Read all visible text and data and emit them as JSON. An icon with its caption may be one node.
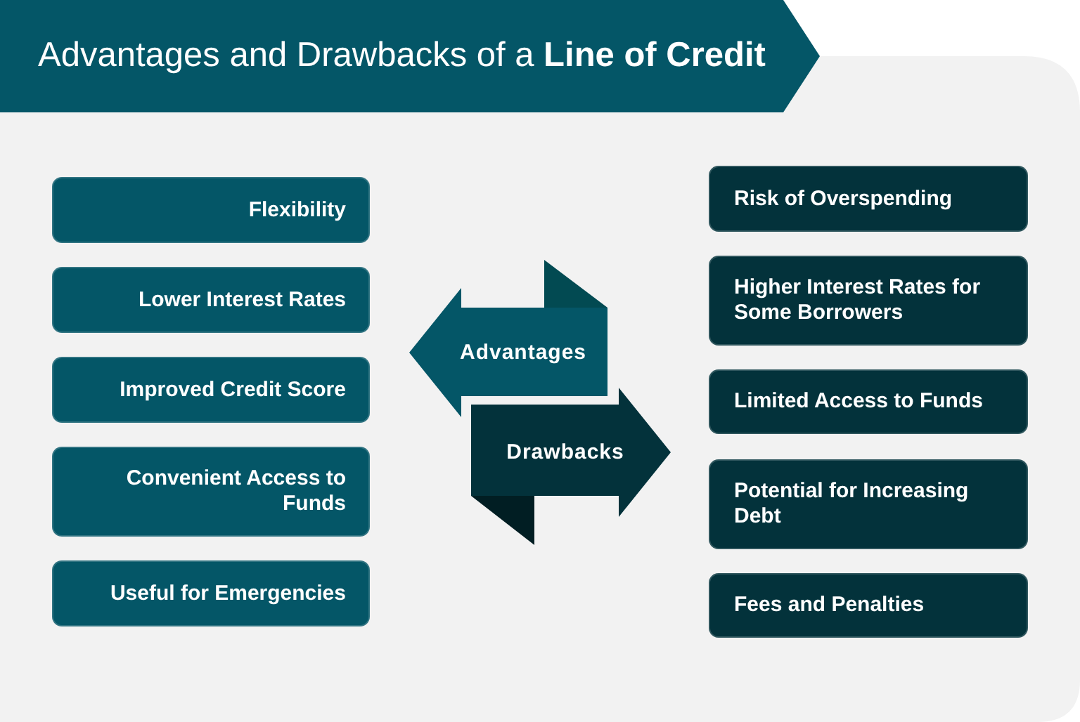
{
  "diagram": {
    "title": "Advantages and Drawbacks of a **Line of Credit**",
    "nodes": [
      {
        "text": [
          "Flexibility"
        ]
      },
      {
        "text": [
          "Lower Interest Rates"
        ]
      },
      {
        "text": [
          "Improved Credit Score"
        ]
      },
      {
        "text": [
          "Convenient Access to Funds"
        ]
      },
      {
        "text": [
          "Useful for Emergencies"
        ]
      },
      {
        "text": [
          "Advantages"
        ]
      },
      {
        "text": [
          "Drawbacks"
        ]
      },
      {
        "text": [
          "Risk of Overspending"
        ]
      },
      {
        "text": [
          "Higher Interest Rates for Some Borrowers"
        ]
      },
      {
        "text": [
          "Limited Access to Funds"
        ]
      },
      {
        "text": [
          "Potential for Increasing Debt"
        ]
      },
      {
        "text": [
          "Fees and Penalties"
        ]
      }
    ]
  }
}
